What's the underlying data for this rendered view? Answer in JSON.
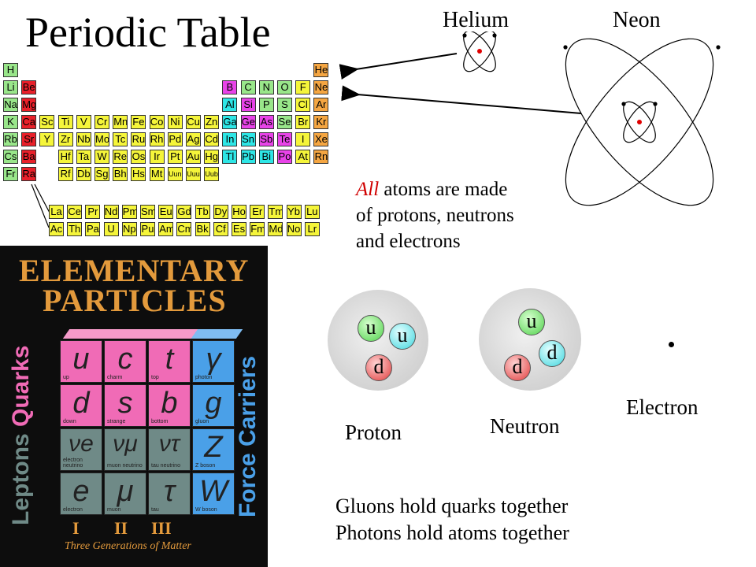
{
  "title": "Periodic Table",
  "atoms": {
    "helium": "Helium",
    "neon": "Neon"
  },
  "statement": {
    "emphasis": "All",
    "rest": " atoms are made",
    "line2": "of protons, neutrons",
    "line3": "and electrons"
  },
  "periodic_table": {
    "main": [
      {
        "s": "H",
        "r": 0,
        "c": 0,
        "g": "green"
      },
      {
        "s": "He",
        "r": 0,
        "c": 17,
        "g": "orange"
      },
      {
        "s": "Li",
        "r": 1,
        "c": 0,
        "g": "green"
      },
      {
        "s": "Be",
        "r": 1,
        "c": 1,
        "g": "red"
      },
      {
        "s": "B",
        "r": 1,
        "c": 12,
        "g": "magenta"
      },
      {
        "s": "C",
        "r": 1,
        "c": 13,
        "g": "green"
      },
      {
        "s": "N",
        "r": 1,
        "c": 14,
        "g": "green"
      },
      {
        "s": "O",
        "r": 1,
        "c": 15,
        "g": "green"
      },
      {
        "s": "F",
        "r": 1,
        "c": 16,
        "g": "yellow"
      },
      {
        "s": "Ne",
        "r": 1,
        "c": 17,
        "g": "orange"
      },
      {
        "s": "Na",
        "r": 2,
        "c": 0,
        "g": "green"
      },
      {
        "s": "Mg",
        "r": 2,
        "c": 1,
        "g": "red"
      },
      {
        "s": "Al",
        "r": 2,
        "c": 12,
        "g": "cyan"
      },
      {
        "s": "Si",
        "r": 2,
        "c": 13,
        "g": "magenta"
      },
      {
        "s": "P",
        "r": 2,
        "c": 14,
        "g": "green"
      },
      {
        "s": "S",
        "r": 2,
        "c": 15,
        "g": "green"
      },
      {
        "s": "Cl",
        "r": 2,
        "c": 16,
        "g": "yellow"
      },
      {
        "s": "Ar",
        "r": 2,
        "c": 17,
        "g": "orange"
      },
      {
        "s": "K",
        "r": 3,
        "c": 0,
        "g": "green"
      },
      {
        "s": "Ca",
        "r": 3,
        "c": 1,
        "g": "red"
      },
      {
        "s": "Sc",
        "r": 3,
        "c": 2,
        "g": "yellow"
      },
      {
        "s": "Ti",
        "r": 3,
        "c": 3,
        "g": "yellow"
      },
      {
        "s": "V",
        "r": 3,
        "c": 4,
        "g": "yellow"
      },
      {
        "s": "Cr",
        "r": 3,
        "c": 5,
        "g": "yellow"
      },
      {
        "s": "Mn",
        "r": 3,
        "c": 6,
        "g": "yellow"
      },
      {
        "s": "Fe",
        "r": 3,
        "c": 7,
        "g": "yellow"
      },
      {
        "s": "Co",
        "r": 3,
        "c": 8,
        "g": "yellow"
      },
      {
        "s": "Ni",
        "r": 3,
        "c": 9,
        "g": "yellow"
      },
      {
        "s": "Cu",
        "r": 3,
        "c": 10,
        "g": "yellow"
      },
      {
        "s": "Zn",
        "r": 3,
        "c": 11,
        "g": "yellow"
      },
      {
        "s": "Ga",
        "r": 3,
        "c": 12,
        "g": "cyan"
      },
      {
        "s": "Ge",
        "r": 3,
        "c": 13,
        "g": "magenta"
      },
      {
        "s": "As",
        "r": 3,
        "c": 14,
        "g": "magenta"
      },
      {
        "s": "Se",
        "r": 3,
        "c": 15,
        "g": "green"
      },
      {
        "s": "Br",
        "r": 3,
        "c": 16,
        "g": "yellow"
      },
      {
        "s": "Kr",
        "r": 3,
        "c": 17,
        "g": "orange"
      },
      {
        "s": "Rb",
        "r": 4,
        "c": 0,
        "g": "green"
      },
      {
        "s": "Sr",
        "r": 4,
        "c": 1,
        "g": "red"
      },
      {
        "s": "Y",
        "r": 4,
        "c": 2,
        "g": "yellow"
      },
      {
        "s": "Zr",
        "r": 4,
        "c": 3,
        "g": "yellow"
      },
      {
        "s": "Nb",
        "r": 4,
        "c": 4,
        "g": "yellow"
      },
      {
        "s": "Mo",
        "r": 4,
        "c": 5,
        "g": "yellow"
      },
      {
        "s": "Tc",
        "r": 4,
        "c": 6,
        "g": "yellow"
      },
      {
        "s": "Ru",
        "r": 4,
        "c": 7,
        "g": "yellow"
      },
      {
        "s": "Rh",
        "r": 4,
        "c": 8,
        "g": "yellow"
      },
      {
        "s": "Pd",
        "r": 4,
        "c": 9,
        "g": "yellow"
      },
      {
        "s": "Ag",
        "r": 4,
        "c": 10,
        "g": "yellow"
      },
      {
        "s": "Cd",
        "r": 4,
        "c": 11,
        "g": "yellow"
      },
      {
        "s": "In",
        "r": 4,
        "c": 12,
        "g": "cyan"
      },
      {
        "s": "Sn",
        "r": 4,
        "c": 13,
        "g": "cyan"
      },
      {
        "s": "Sb",
        "r": 4,
        "c": 14,
        "g": "magenta"
      },
      {
        "s": "Te",
        "r": 4,
        "c": 15,
        "g": "magenta"
      },
      {
        "s": "I",
        "r": 4,
        "c": 16,
        "g": "yellow"
      },
      {
        "s": "Xe",
        "r": 4,
        "c": 17,
        "g": "orange"
      },
      {
        "s": "Cs",
        "r": 5,
        "c": 0,
        "g": "green"
      },
      {
        "s": "Ba",
        "r": 5,
        "c": 1,
        "g": "red"
      },
      {
        "s": "Hf",
        "r": 5,
        "c": 3,
        "g": "yellow"
      },
      {
        "s": "Ta",
        "r": 5,
        "c": 4,
        "g": "yellow"
      },
      {
        "s": "W",
        "r": 5,
        "c": 5,
        "g": "yellow"
      },
      {
        "s": "Re",
        "r": 5,
        "c": 6,
        "g": "yellow"
      },
      {
        "s": "Os",
        "r": 5,
        "c": 7,
        "g": "yellow"
      },
      {
        "s": "Ir",
        "r": 5,
        "c": 8,
        "g": "yellow"
      },
      {
        "s": "Pt",
        "r": 5,
        "c": 9,
        "g": "yellow"
      },
      {
        "s": "Au",
        "r": 5,
        "c": 10,
        "g": "yellow"
      },
      {
        "s": "Hg",
        "r": 5,
        "c": 11,
        "g": "yellow"
      },
      {
        "s": "Tl",
        "r": 5,
        "c": 12,
        "g": "cyan"
      },
      {
        "s": "Pb",
        "r": 5,
        "c": 13,
        "g": "cyan"
      },
      {
        "s": "Bi",
        "r": 5,
        "c": 14,
        "g": "cyan"
      },
      {
        "s": "Po",
        "r": 5,
        "c": 15,
        "g": "magenta"
      },
      {
        "s": "At",
        "r": 5,
        "c": 16,
        "g": "yellow"
      },
      {
        "s": "Rn",
        "r": 5,
        "c": 17,
        "g": "orange"
      },
      {
        "s": "Fr",
        "r": 6,
        "c": 0,
        "g": "green"
      },
      {
        "s": "Ra",
        "r": 6,
        "c": 1,
        "g": "red"
      },
      {
        "s": "Rf",
        "r": 6,
        "c": 3,
        "g": "yellow"
      },
      {
        "s": "Db",
        "r": 6,
        "c": 4,
        "g": "yellow"
      },
      {
        "s": "Sg",
        "r": 6,
        "c": 5,
        "g": "yellow"
      },
      {
        "s": "Bh",
        "r": 6,
        "c": 6,
        "g": "yellow"
      },
      {
        "s": "Hs",
        "r": 6,
        "c": 7,
        "g": "yellow"
      },
      {
        "s": "Mt",
        "r": 6,
        "c": 8,
        "g": "yellow"
      },
      {
        "s": "Uun",
        "r": 6,
        "c": 9,
        "g": "yellow"
      },
      {
        "s": "Uuu",
        "r": 6,
        "c": 10,
        "g": "yellow"
      },
      {
        "s": "Uub",
        "r": 6,
        "c": 11,
        "g": "yellow"
      }
    ],
    "lanthanides": [
      "La",
      "Ce",
      "Pr",
      "Nd",
      "Pm",
      "Sm",
      "Eu",
      "Gd",
      "Tb",
      "Dy",
      "Ho",
      "Er",
      "Tm",
      "Yb",
      "Lu"
    ],
    "actinides": [
      "Ac",
      "Th",
      "Pa",
      "U",
      "Np",
      "Pu",
      "Am",
      "Cm",
      "Bk",
      "Cf",
      "Es",
      "Fm",
      "Md",
      "No",
      "Lr"
    ],
    "colors": {
      "green": "#99e68a",
      "red": "#e8202a",
      "yellow": "#f5f53a",
      "cyan": "#2ee6e6",
      "magenta": "#e843e8",
      "orange": "#f5a642"
    }
  },
  "elementary_particles": {
    "title_line1": "ELEMENTARY",
    "title_line2": "PARTICLES",
    "quarks_label": "Quarks",
    "leptons_label": "Leptons",
    "force_carriers_label": "Force Carriers",
    "quarks": [
      {
        "sym": "u",
        "name": "up"
      },
      {
        "sym": "c",
        "name": "charm"
      },
      {
        "sym": "t",
        "name": "top"
      },
      {
        "sym": "d",
        "name": "down"
      },
      {
        "sym": "s",
        "name": "strange"
      },
      {
        "sym": "b",
        "name": "bottom"
      }
    ],
    "leptons": [
      {
        "sym": "νe",
        "name": "electron neutrino"
      },
      {
        "sym": "νμ",
        "name": "muon neutrino"
      },
      {
        "sym": "ντ",
        "name": "tau neutrino"
      },
      {
        "sym": "e",
        "name": "electron"
      },
      {
        "sym": "μ",
        "name": "muon"
      },
      {
        "sym": "τ",
        "name": "tau"
      }
    ],
    "force_carriers": [
      {
        "sym": "γ",
        "name": "photon"
      },
      {
        "sym": "g",
        "name": "gluon"
      },
      {
        "sym": "Z",
        "name": "Z boson"
      },
      {
        "sym": "W",
        "name": "W boson"
      }
    ],
    "generations": [
      "I",
      "II",
      "III"
    ],
    "footer": "Three Generations of Matter",
    "colors": {
      "quark": "#f06bb6",
      "lepton": "#6f8a87",
      "force": "#4aa0e8",
      "title": "#e39a3c",
      "quarks_label": "#f06bb6",
      "leptons_label": "#6f8a87",
      "force_label": "#4aa0e8"
    }
  },
  "proton": {
    "label": "Proton",
    "quarks": [
      "u",
      "u",
      "d"
    ]
  },
  "neutron": {
    "label": "Neutron",
    "quarks": [
      "u",
      "d",
      "d"
    ]
  },
  "electron": {
    "label": "Electron"
  },
  "forces": {
    "line1": "Gluons hold quarks together",
    "line2": "Photons hold atoms together"
  }
}
